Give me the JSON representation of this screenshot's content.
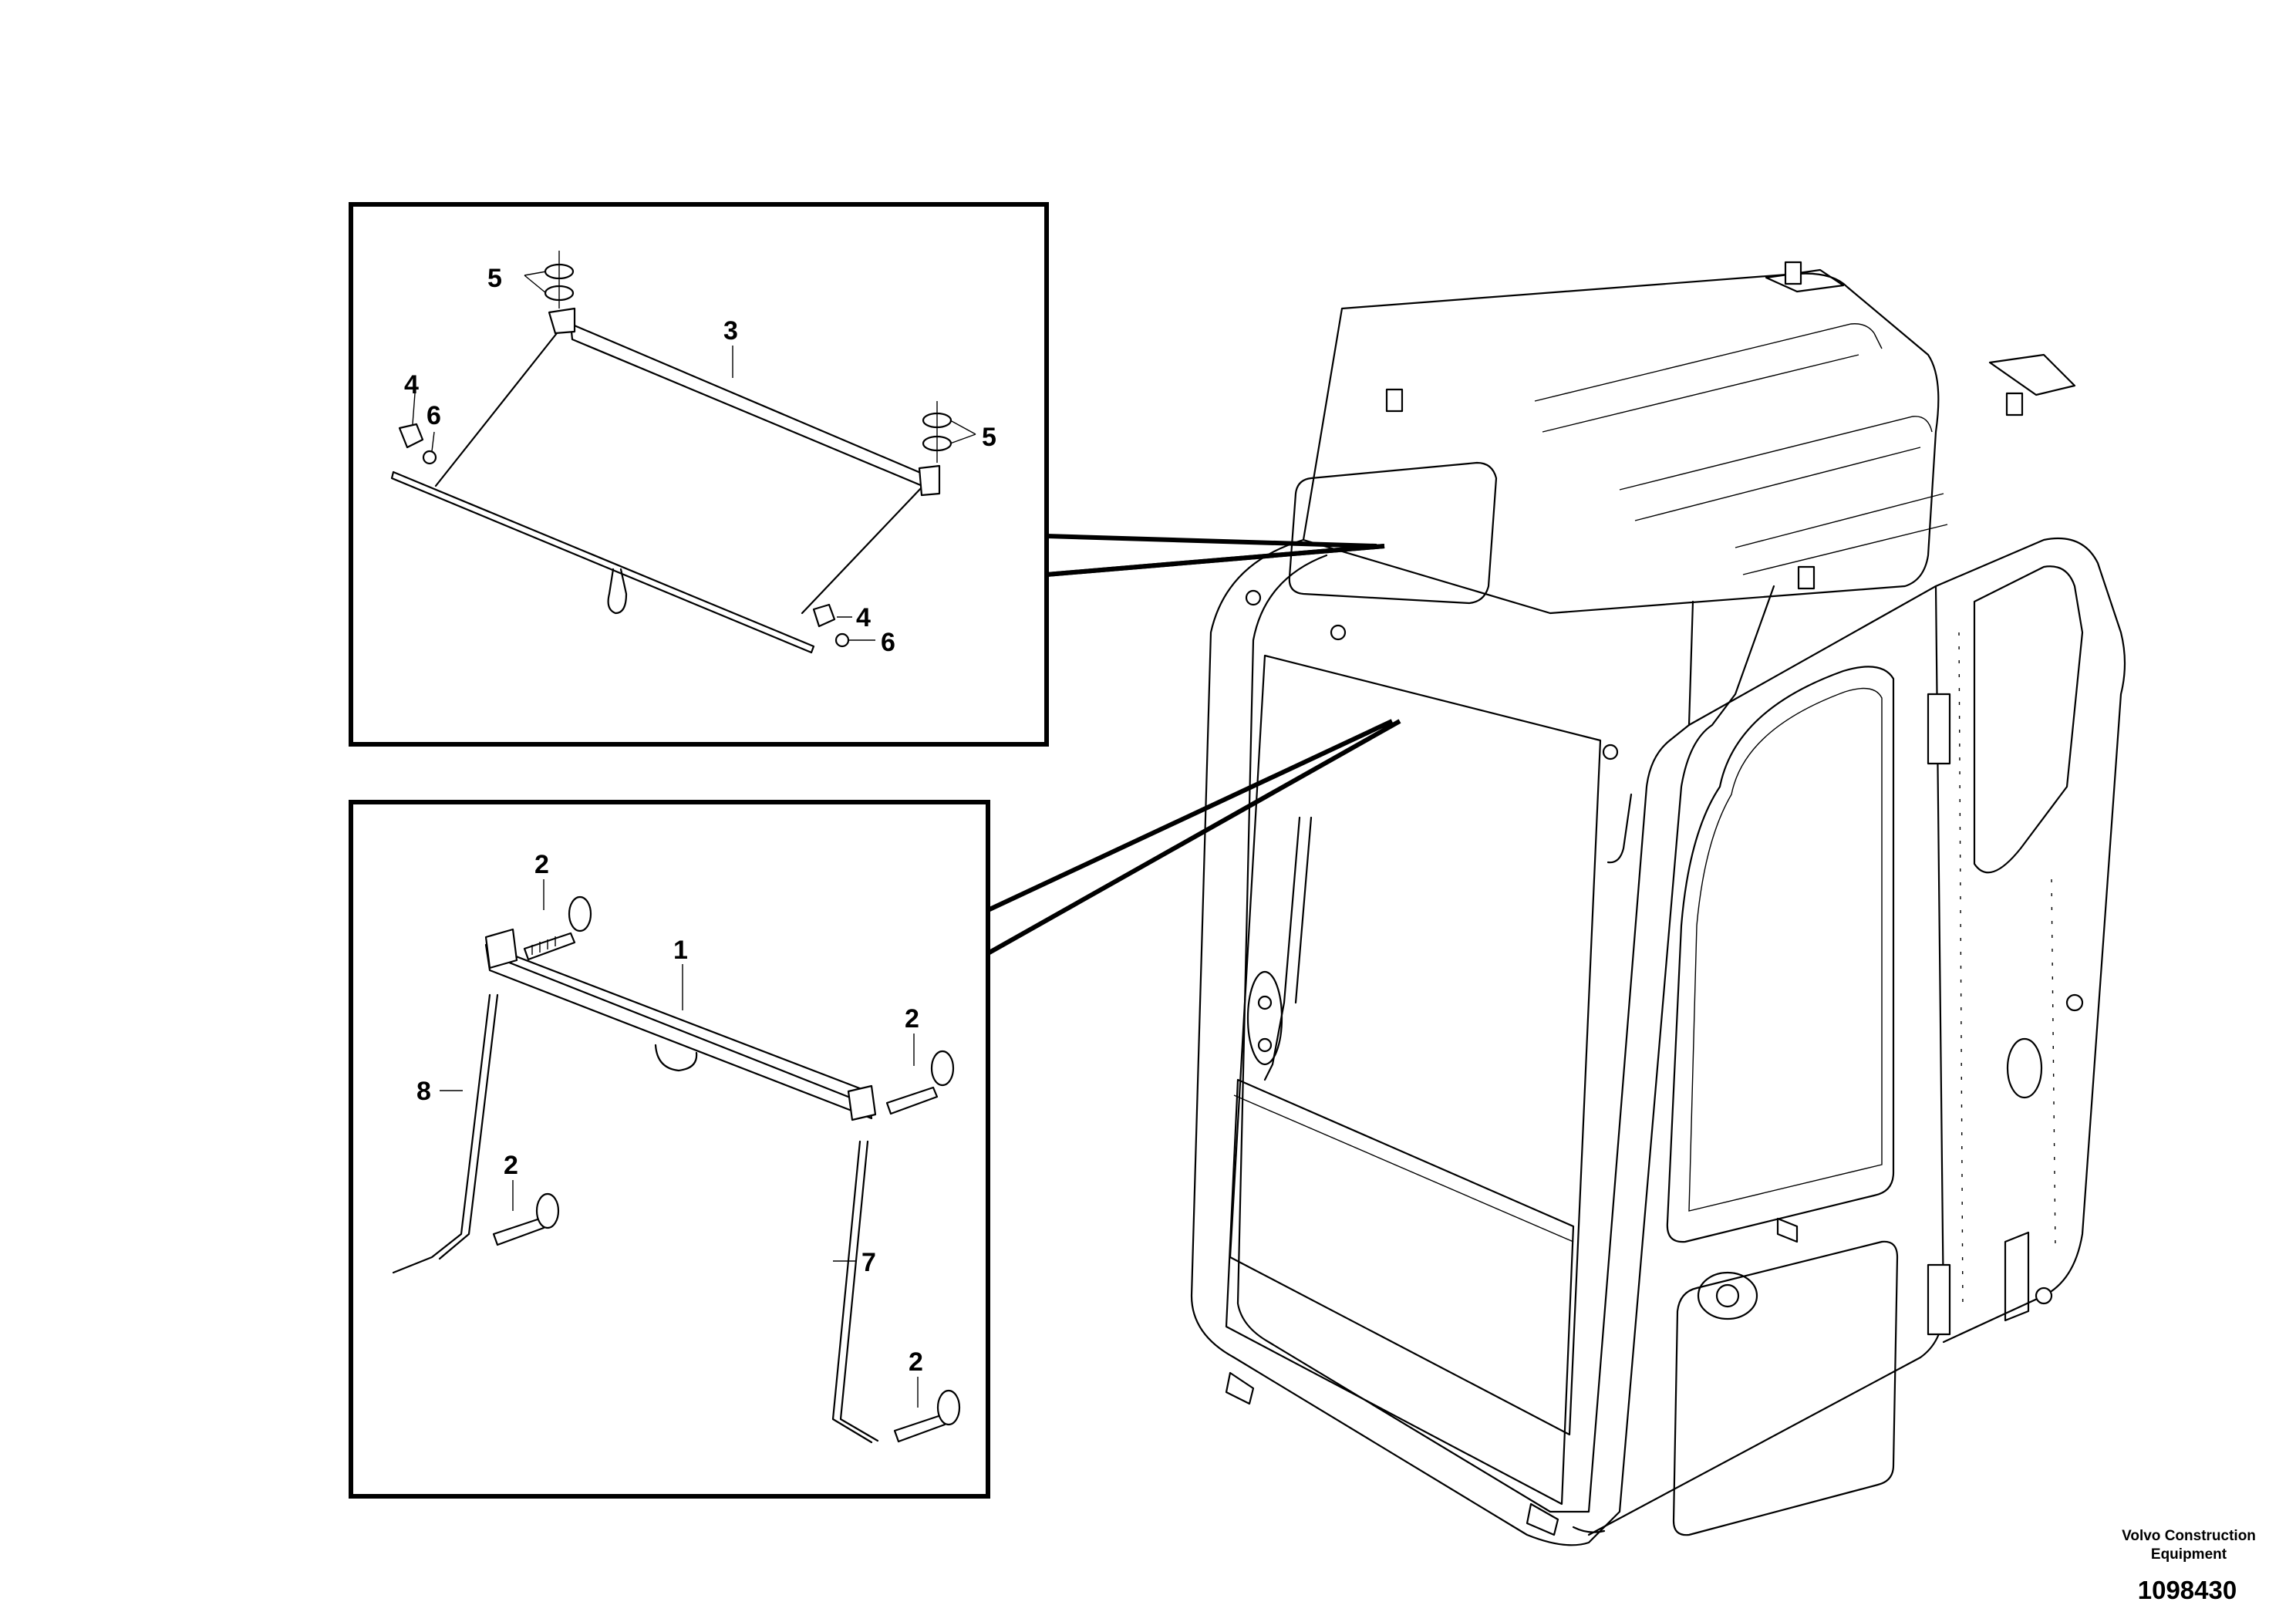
{
  "brand": {
    "line1": "Volvo Construction",
    "line2": "Equipment"
  },
  "document_number": "1098430",
  "callouts": {
    "upper": {
      "item1": "5",
      "item2": "3",
      "item3": "4",
      "item4": "6",
      "item5": "5",
      "item6": "4",
      "item7": "6"
    },
    "lower": {
      "item1": "2",
      "item2": "1",
      "item3": "2",
      "item4": "8",
      "item5": "2",
      "item6": "7",
      "item7": "2"
    }
  }
}
